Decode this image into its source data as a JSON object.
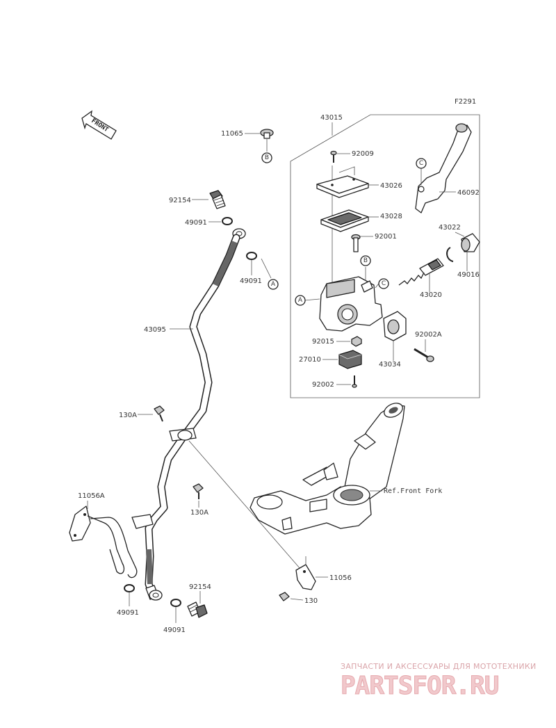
{
  "diagram_code": "F2291",
  "front_label": "FRONT",
  "ref_label": "Ref.Front Fork",
  "callouts": {
    "c11065": "11065",
    "c43015": "43015",
    "c92009": "92009",
    "c43026": "43026",
    "c43028": "43028",
    "c92001": "92001",
    "c46092": "46092",
    "c43022": "43022",
    "c49016": "49016",
    "c43020": "43020",
    "c92002A": "92002A",
    "c43034": "43034",
    "c92015": "92015",
    "c27010": "27010",
    "c92002": "92002",
    "c92154a": "92154",
    "c49091a": "49091",
    "c49091b": "49091",
    "c43095": "43095",
    "c130A_a": "130A",
    "c130A_b": "130A",
    "c11056A": "11056A",
    "c11056": "11056",
    "c130": "130",
    "c92154b": "92154",
    "c49091c": "49091",
    "c49091d": "49091"
  },
  "circle_refs": {
    "a1": "A",
    "a2": "A",
    "b1": "B",
    "b2": "B",
    "c1": "C",
    "c2": "C"
  },
  "watermark": {
    "tagline": "ЗАПЧАСТИ И АКСЕССУАРЫ ДЛЯ МОТОТЕХНИКИ",
    "brand": "PARTSFOR.RU"
  }
}
